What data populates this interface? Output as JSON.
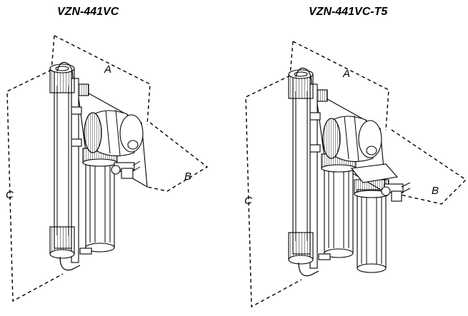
{
  "diagrams": [
    {
      "title": "VZN-441VC",
      "dimension_labels": {
        "a": "A",
        "b": "B",
        "c": "C"
      }
    },
    {
      "title": "VZN-441VC-T5",
      "dimension_labels": {
        "a": "A",
        "b": "B",
        "c": "C"
      }
    }
  ],
  "colors": {
    "line": "#000000",
    "background": "#ffffff"
  }
}
